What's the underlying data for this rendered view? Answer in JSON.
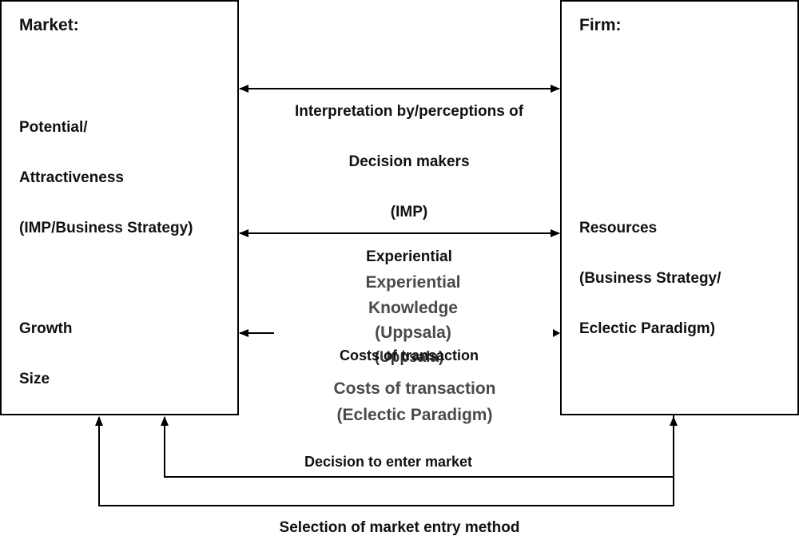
{
  "market": {
    "heading": "Market:",
    "potential_line1": "Potential/",
    "potential_line2": "Attractiveness",
    "potential_line3": "(IMP/Business Strategy)",
    "growth": "Growth",
    "size": "Size"
  },
  "firm": {
    "heading": "Firm:",
    "resources": "Resources",
    "resources_line2": "(Business Strategy/",
    "resources_line3": "Eclectic Paradigm)"
  },
  "middle": {
    "interpretation": "Interpretation by/perceptions of",
    "decision_makers": "Decision makers",
    "imp": "(IMP)",
    "experiential_ghost": "Experiential",
    "experiential": "Experiential",
    "knowledge": "Knowledge",
    "uppsala": "(Uppsala)",
    "costs_ghost": "Costs of transaction",
    "uppsala_ghost": "(Uppsala)",
    "costs": "Costs of transaction",
    "eclectic": "(Eclectic Paradigm)"
  },
  "bottom": {
    "decision_to_enter": "Decision to enter market",
    "selection": "Selection of market entry method"
  }
}
